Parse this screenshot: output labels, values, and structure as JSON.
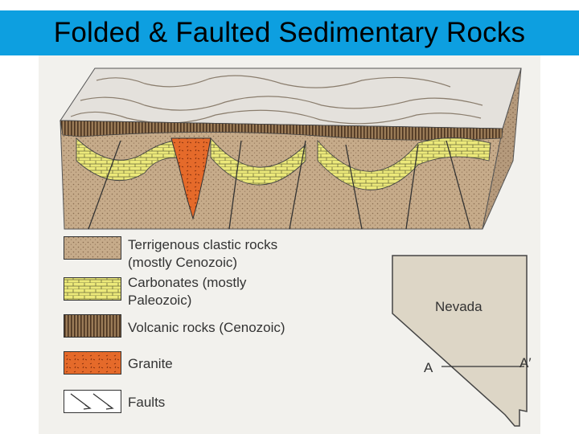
{
  "title": "Folded & Faulted Sedimentary Rocks",
  "legend": [
    {
      "line1": "Terrigenous clastic rocks",
      "line2": "(mostly Cenozoic)",
      "icon": "dotted-brown-swatch",
      "color": "#c6ab8a"
    },
    {
      "line1": "Carbonates (mostly",
      "line2": "Paleozoic)",
      "icon": "brick-yellow-swatch",
      "color": "#ece97a"
    },
    {
      "line1": "Volcanic rocks (Cenozoic)",
      "line2": "",
      "icon": "striped-brown-swatch",
      "color": "#7a5a3a"
    },
    {
      "line1": "Granite",
      "line2": "",
      "icon": "orange-granite-swatch",
      "color": "#e56a2a"
    },
    {
      "line1": "Faults",
      "line2": "",
      "icon": "fault-arrows-swatch",
      "color": "#ffffff"
    }
  ],
  "map": {
    "state_label": "Nevada",
    "section_start": "A",
    "section_end": "A′",
    "fill": "#ddd6c6"
  },
  "colors": {
    "title_bar": "#0d9fe0",
    "clastic": "#c6ab8a",
    "carbonate": "#ece97a",
    "volcanic": "#7a5a3a",
    "granite": "#e56a2a",
    "surface": "#e4e1dc"
  }
}
